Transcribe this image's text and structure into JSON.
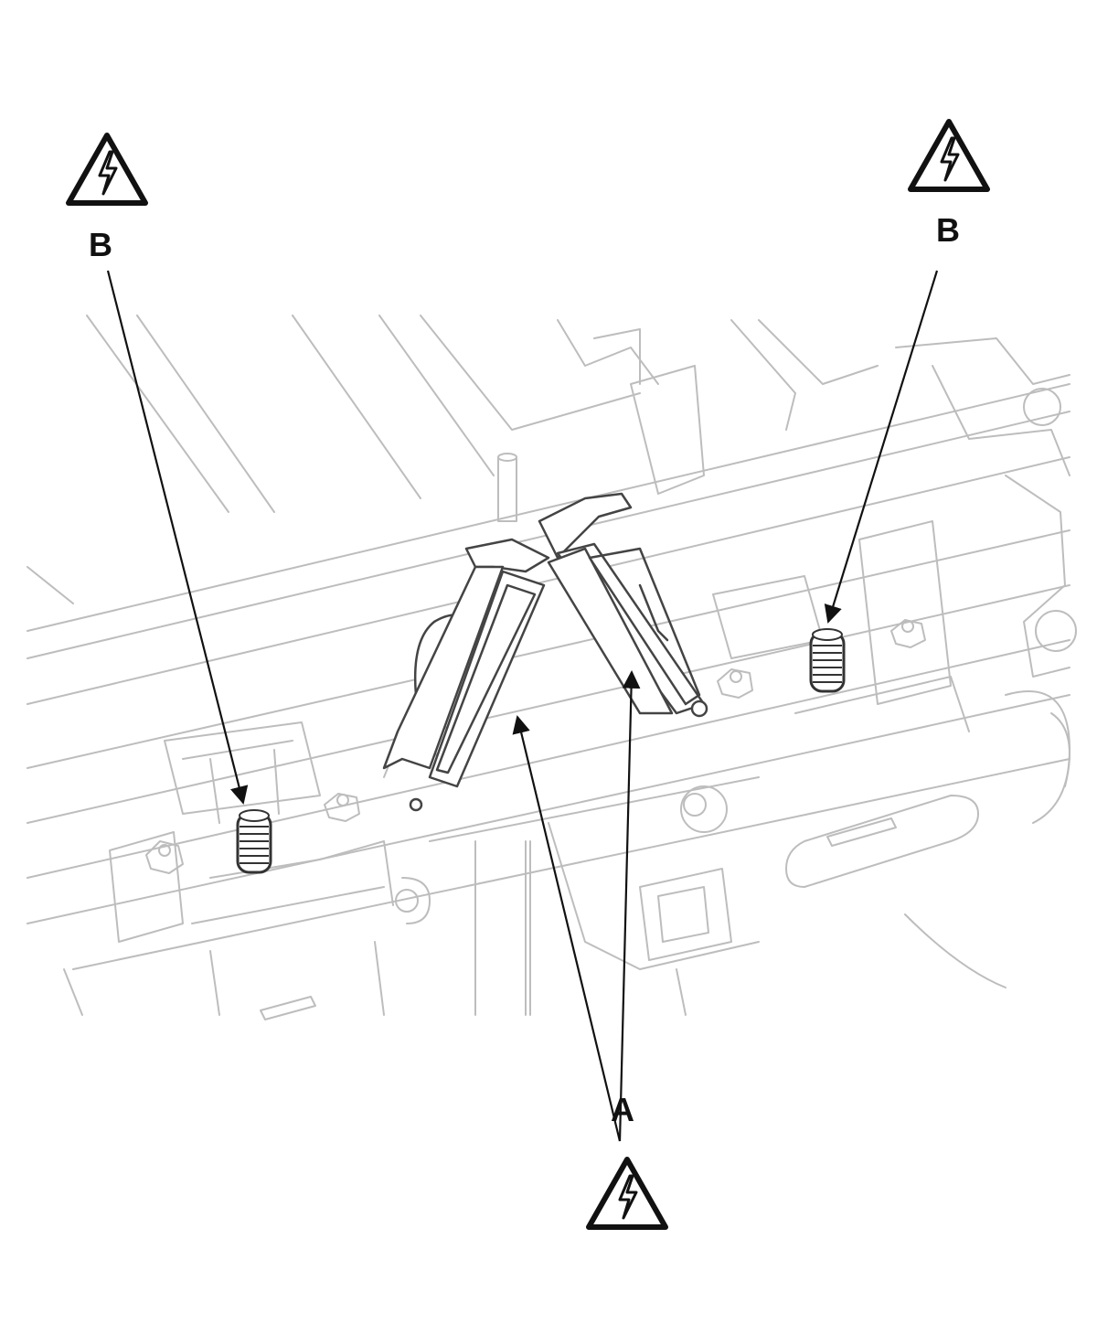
{
  "callouts": {
    "b_left": {
      "label": "B",
      "icon": "high-voltage-warning-icon"
    },
    "b_right": {
      "label": "B",
      "icon": "high-voltage-warning-icon"
    },
    "a": {
      "label": "A",
      "icon": "high-voltage-warning-icon"
    }
  },
  "colors": {
    "outline": "#bdbdbd",
    "parts": "#444444",
    "callout": "#111111",
    "background": "#ffffff"
  }
}
